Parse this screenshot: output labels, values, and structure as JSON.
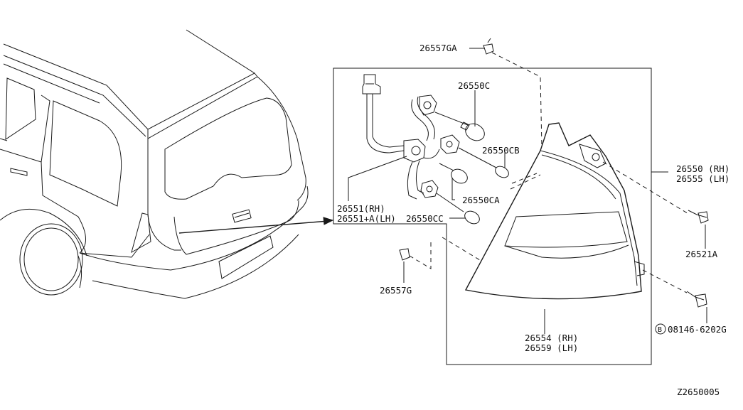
{
  "labels": {
    "p26557GA": "26557GA",
    "p26550C": "26550C",
    "p26550CB": "26550CB",
    "p26551": "26551(RH)",
    "p26551A": "26551+A(LH)",
    "p26550CA": "26550CA",
    "p26550CC": "26550CC",
    "p26550_rh": "26550 (RH)",
    "p26555_lh": "26555 (LH)",
    "p26521A": "26521A",
    "p26557G": "26557G",
    "p08146_symbol": "B",
    "p08146": "08146-6202G",
    "p26554_rh": "26554 (RH)",
    "p26559_lh": "26559 (LH)"
  },
  "diagram_id": "Z2650005"
}
